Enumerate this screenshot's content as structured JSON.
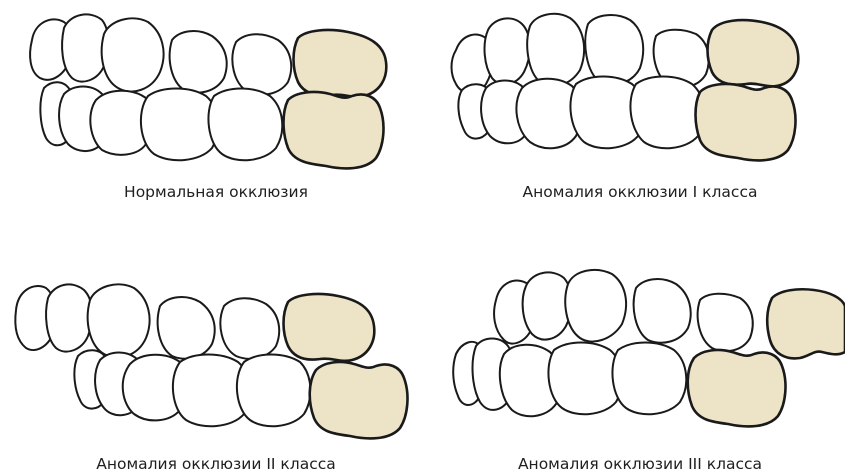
{
  "colors": {
    "outline": "#1a1a1a",
    "tooth_fill": "#ffffff",
    "highlight_fill": "#ede4c8",
    "caption_text": "#1f1f1f",
    "background": "#ffffff"
  },
  "panels": [
    {
      "id": "normal",
      "caption": "Нормальная окклюзия",
      "highlighted_upper_tooth": "first-molar",
      "highlighted_lower_tooth": "first-molar"
    },
    {
      "id": "class-1",
      "caption": "Аномалия окклюзии I класса",
      "highlighted_upper_tooth": "first-molar",
      "highlighted_lower_tooth": "first-molar"
    },
    {
      "id": "class-2",
      "caption": "Аномалия окклюзии II класса",
      "highlighted_upper_tooth": "first-molar",
      "highlighted_lower_tooth": "first-molar"
    },
    {
      "id": "class-3",
      "caption": "Аномалия окклюзии III класса",
      "highlighted_upper_tooth": "first-molar",
      "highlighted_lower_tooth": "first-molar"
    }
  ]
}
